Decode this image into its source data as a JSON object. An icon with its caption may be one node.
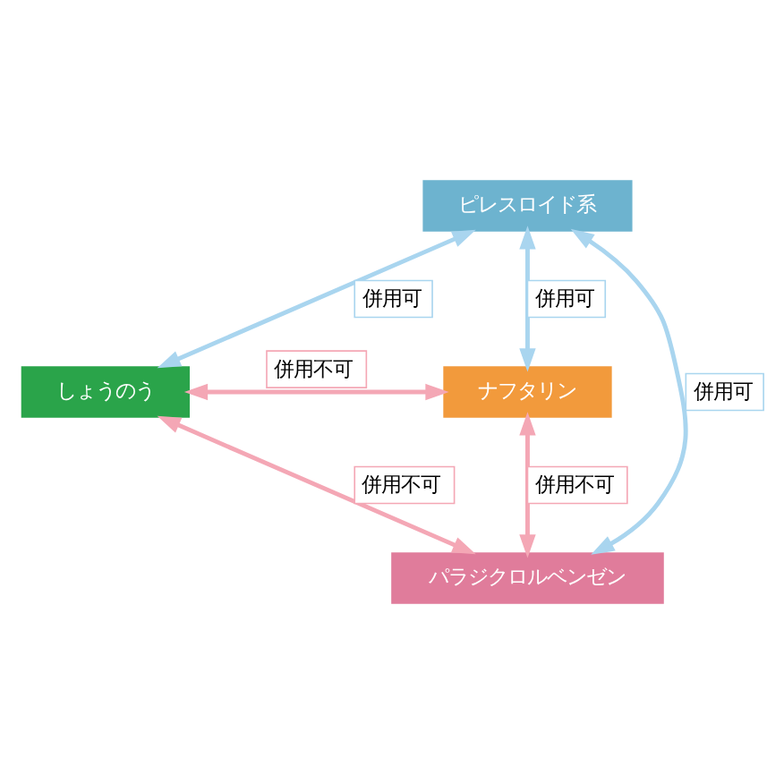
{
  "diagram": {
    "nodes": [
      {
        "text": [
          "ピレスロイド系"
        ]
      },
      {
        "text": [
          "しょうのう"
        ]
      },
      {
        "text": [
          "ナフタリン"
        ]
      },
      {
        "text": [
          "パラジクロルベンゼン"
        ]
      }
    ],
    "edges": [
      {
        "from": 0,
        "to": 1,
        "arrow": "both",
        "label": "併用可",
        "color": "#a9d5ef"
      },
      {
        "from": 0,
        "to": 2,
        "arrow": "both",
        "label": "併用可",
        "color": "#a9d5ef"
      },
      {
        "from": 3,
        "to": 0,
        "arrow": "both",
        "label": "併用可",
        "color": "#a9d5ef"
      },
      {
        "from": 1,
        "to": 2,
        "arrow": "both",
        "label": "併用不可",
        "color": "#f4a7b5"
      },
      {
        "from": 1,
        "to": 3,
        "arrow": "both",
        "label": "併用不可",
        "color": "#f4a7b5"
      },
      {
        "from": 2,
        "to": 3,
        "arrow": "both",
        "label": "併用不可",
        "color": "#f4a7b5"
      }
    ]
  }
}
